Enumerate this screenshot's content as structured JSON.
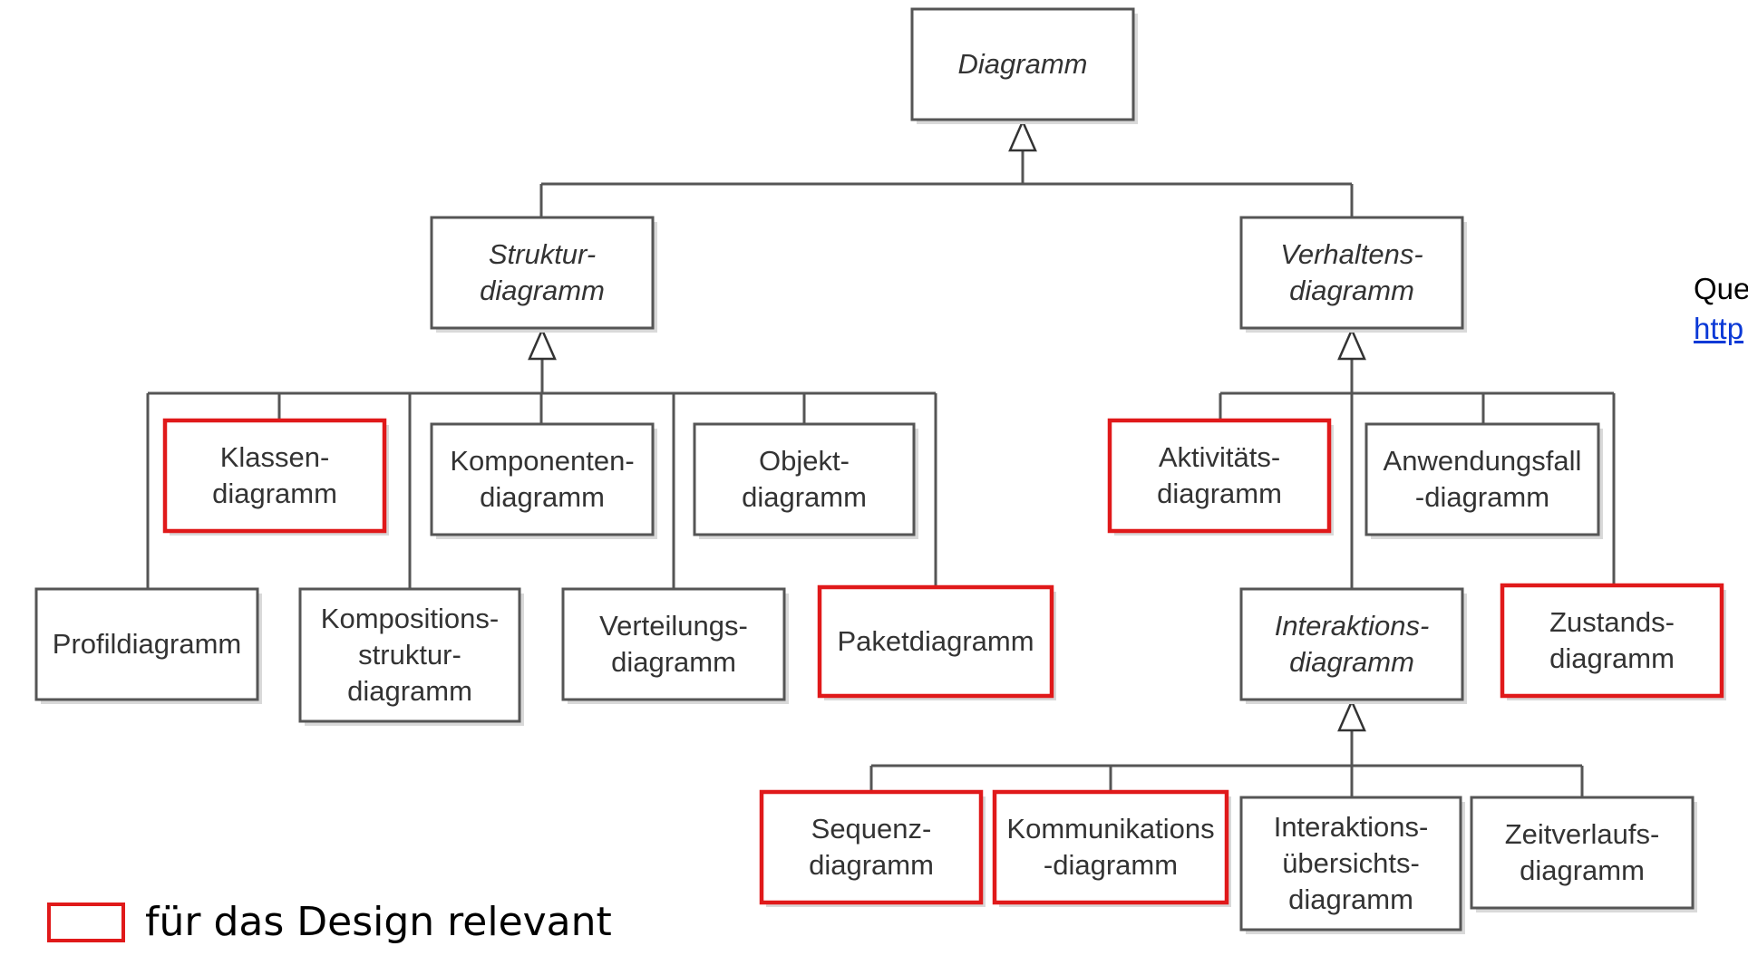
{
  "nodes": {
    "diagramm": {
      "lines": [
        "Diagramm"
      ],
      "abstract": true,
      "highlight": false
    },
    "struktur": {
      "lines": [
        "Struktur-",
        "diagramm"
      ],
      "abstract": true,
      "highlight": false
    },
    "verhalten": {
      "lines": [
        "Verhaltens-",
        "diagramm"
      ],
      "abstract": true,
      "highlight": false
    },
    "klassen": {
      "lines": [
        "Klassen-",
        "diagramm"
      ],
      "abstract": false,
      "highlight": true
    },
    "komponenten": {
      "lines": [
        "Komponenten-",
        "diagramm"
      ],
      "abstract": false,
      "highlight": false
    },
    "objekt": {
      "lines": [
        "Objekt-",
        "diagramm"
      ],
      "abstract": false,
      "highlight": false
    },
    "profil": {
      "lines": [
        "Profildiagramm"
      ],
      "abstract": false,
      "highlight": false
    },
    "komposition": {
      "lines": [
        "Kompositions-",
        "struktur-",
        "diagramm"
      ],
      "abstract": false,
      "highlight": false
    },
    "verteilung": {
      "lines": [
        "Verteilungs-",
        "diagramm"
      ],
      "abstract": false,
      "highlight": false
    },
    "paket": {
      "lines": [
        "Paketdiagramm"
      ],
      "abstract": false,
      "highlight": true
    },
    "aktivitaet": {
      "lines": [
        "Aktivitäts-",
        "diagramm"
      ],
      "abstract": false,
      "highlight": true
    },
    "anwendungsfall": {
      "lines": [
        "Anwendungsfall",
        "-diagramm"
      ],
      "abstract": false,
      "highlight": false
    },
    "interaktion": {
      "lines": [
        "Interaktions-",
        "diagramm"
      ],
      "abstract": true,
      "highlight": false
    },
    "zustand": {
      "lines": [
        "Zustands-",
        "diagramm"
      ],
      "abstract": false,
      "highlight": true
    },
    "sequenz": {
      "lines": [
        "Sequenz-",
        "diagramm"
      ],
      "abstract": false,
      "highlight": true
    },
    "kommunikation": {
      "lines": [
        "Kommunikations",
        "-diagramm"
      ],
      "abstract": false,
      "highlight": true
    },
    "interaktionsuebersicht": {
      "lines": [
        "Interaktions-",
        "übersichts-",
        "diagramm"
      ],
      "abstract": false,
      "highlight": false
    },
    "zeitverlauf": {
      "lines": [
        "Zeitverlaufs-",
        "diagramm"
      ],
      "abstract": false,
      "highlight": false
    }
  },
  "edges": [
    {
      "from": "struktur",
      "to": "diagramm"
    },
    {
      "from": "verhalten",
      "to": "diagramm"
    },
    {
      "from": "klassen",
      "to": "struktur"
    },
    {
      "from": "komponenten",
      "to": "struktur"
    },
    {
      "from": "objekt",
      "to": "struktur"
    },
    {
      "from": "profil",
      "to": "struktur"
    },
    {
      "from": "komposition",
      "to": "struktur"
    },
    {
      "from": "verteilung",
      "to": "struktur"
    },
    {
      "from": "paket",
      "to": "struktur"
    },
    {
      "from": "aktivitaet",
      "to": "verhalten"
    },
    {
      "from": "anwendungsfall",
      "to": "verhalten"
    },
    {
      "from": "interaktion",
      "to": "verhalten"
    },
    {
      "from": "zustand",
      "to": "verhalten"
    },
    {
      "from": "sequenz",
      "to": "interaktion"
    },
    {
      "from": "kommunikation",
      "to": "interaktion"
    },
    {
      "from": "interaktionsuebersicht",
      "to": "interaktion"
    },
    {
      "from": "zeitverlauf",
      "to": "interaktion"
    }
  ],
  "legend": {
    "text": "für das Design relevant",
    "color": "#e0191a"
  },
  "source": {
    "label": "Que",
    "link": "http"
  }
}
